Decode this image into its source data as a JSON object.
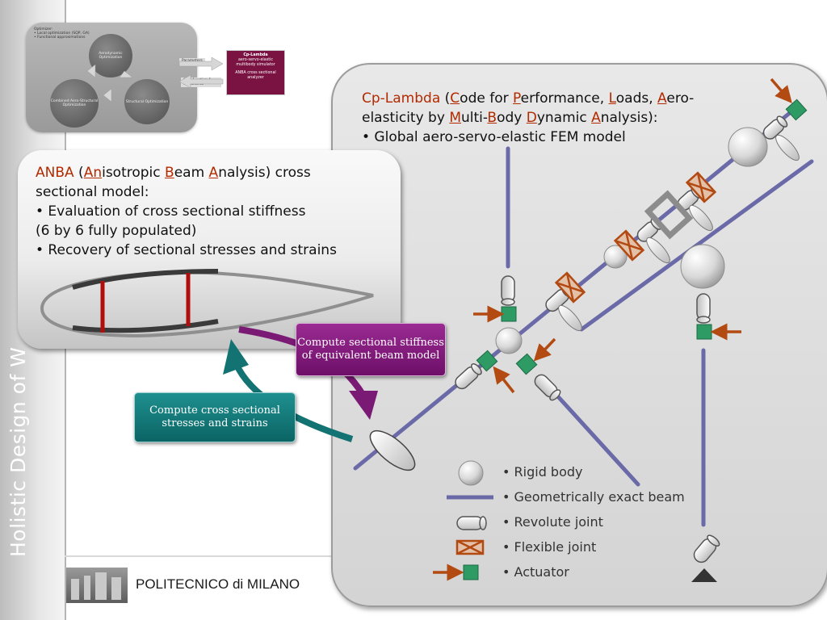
{
  "sidebar": {
    "title": "Holistic Design of W"
  },
  "footer": {
    "institution": "POLITECNICO di MILANO"
  },
  "thumbnail": {
    "note_lines": [
      "Optimizer:",
      "• Local optimization (SQP, GA)",
      "• Functional approximations"
    ],
    "circle_aero": "Aerodynamic Optimization",
    "circle_struct": "Structural Optimization",
    "circle_combined": "Combined Aero-Structural Optimization",
    "label_parameters": "Parameters",
    "label_cost": "Cost function & constraints",
    "box_lines": [
      "Cp-Lambda",
      "aero-servo-elastic",
      "multibody simulator",
      "",
      "ANBA cross sectional",
      "analyzer"
    ]
  },
  "anba": {
    "name": "ANBA",
    "open_paren": " (",
    "an": "An",
    "isotropic": "isotropic ",
    "b": "B",
    "eam": "eam ",
    "a": "A",
    "rest": "nalysis) cross",
    "line2": "sectional model:",
    "bullet1": "• Evaluation of cross sectional stiffness",
    "bullet1b": "(6 by 6 fully populated)",
    "bullet2": "• Recovery of sectional stresses and strains"
  },
  "cp": {
    "name": "Cp-Lambda",
    "p1": " (",
    "c": "C",
    "p2": "ode for ",
    "p": "P",
    "p3": "erformance, ",
    "l": "L",
    "p4": "oads, ",
    "a": "A",
    "p5": "ero-",
    "p6": "elasticity by ",
    "m": "M",
    "p7": "ulti-",
    "b": "B",
    "p8": "ody ",
    "d": "D",
    "p9": "ynamic ",
    "a2": "A",
    "p10": "nalysis):",
    "bullet": "• Global aero-servo-elastic FEM model"
  },
  "callouts": {
    "purple": "Compute sectional stiffness of equivalent beam model",
    "teal": "Compute cross sectional stresses and strains"
  },
  "legend": {
    "rigid_body": "• Rigid body",
    "beam": "• Geometrically exact beam",
    "revolute": "• Revolute joint",
    "flexible": "• Flexible joint",
    "actuator": "• Actuator"
  },
  "colors": {
    "beam": "#6b6aa8",
    "actuator": "#2e9a64",
    "arrow": "#b24a12",
    "purple": "#7a1a74",
    "teal": "#137272",
    "spar": "#b00d0d"
  }
}
